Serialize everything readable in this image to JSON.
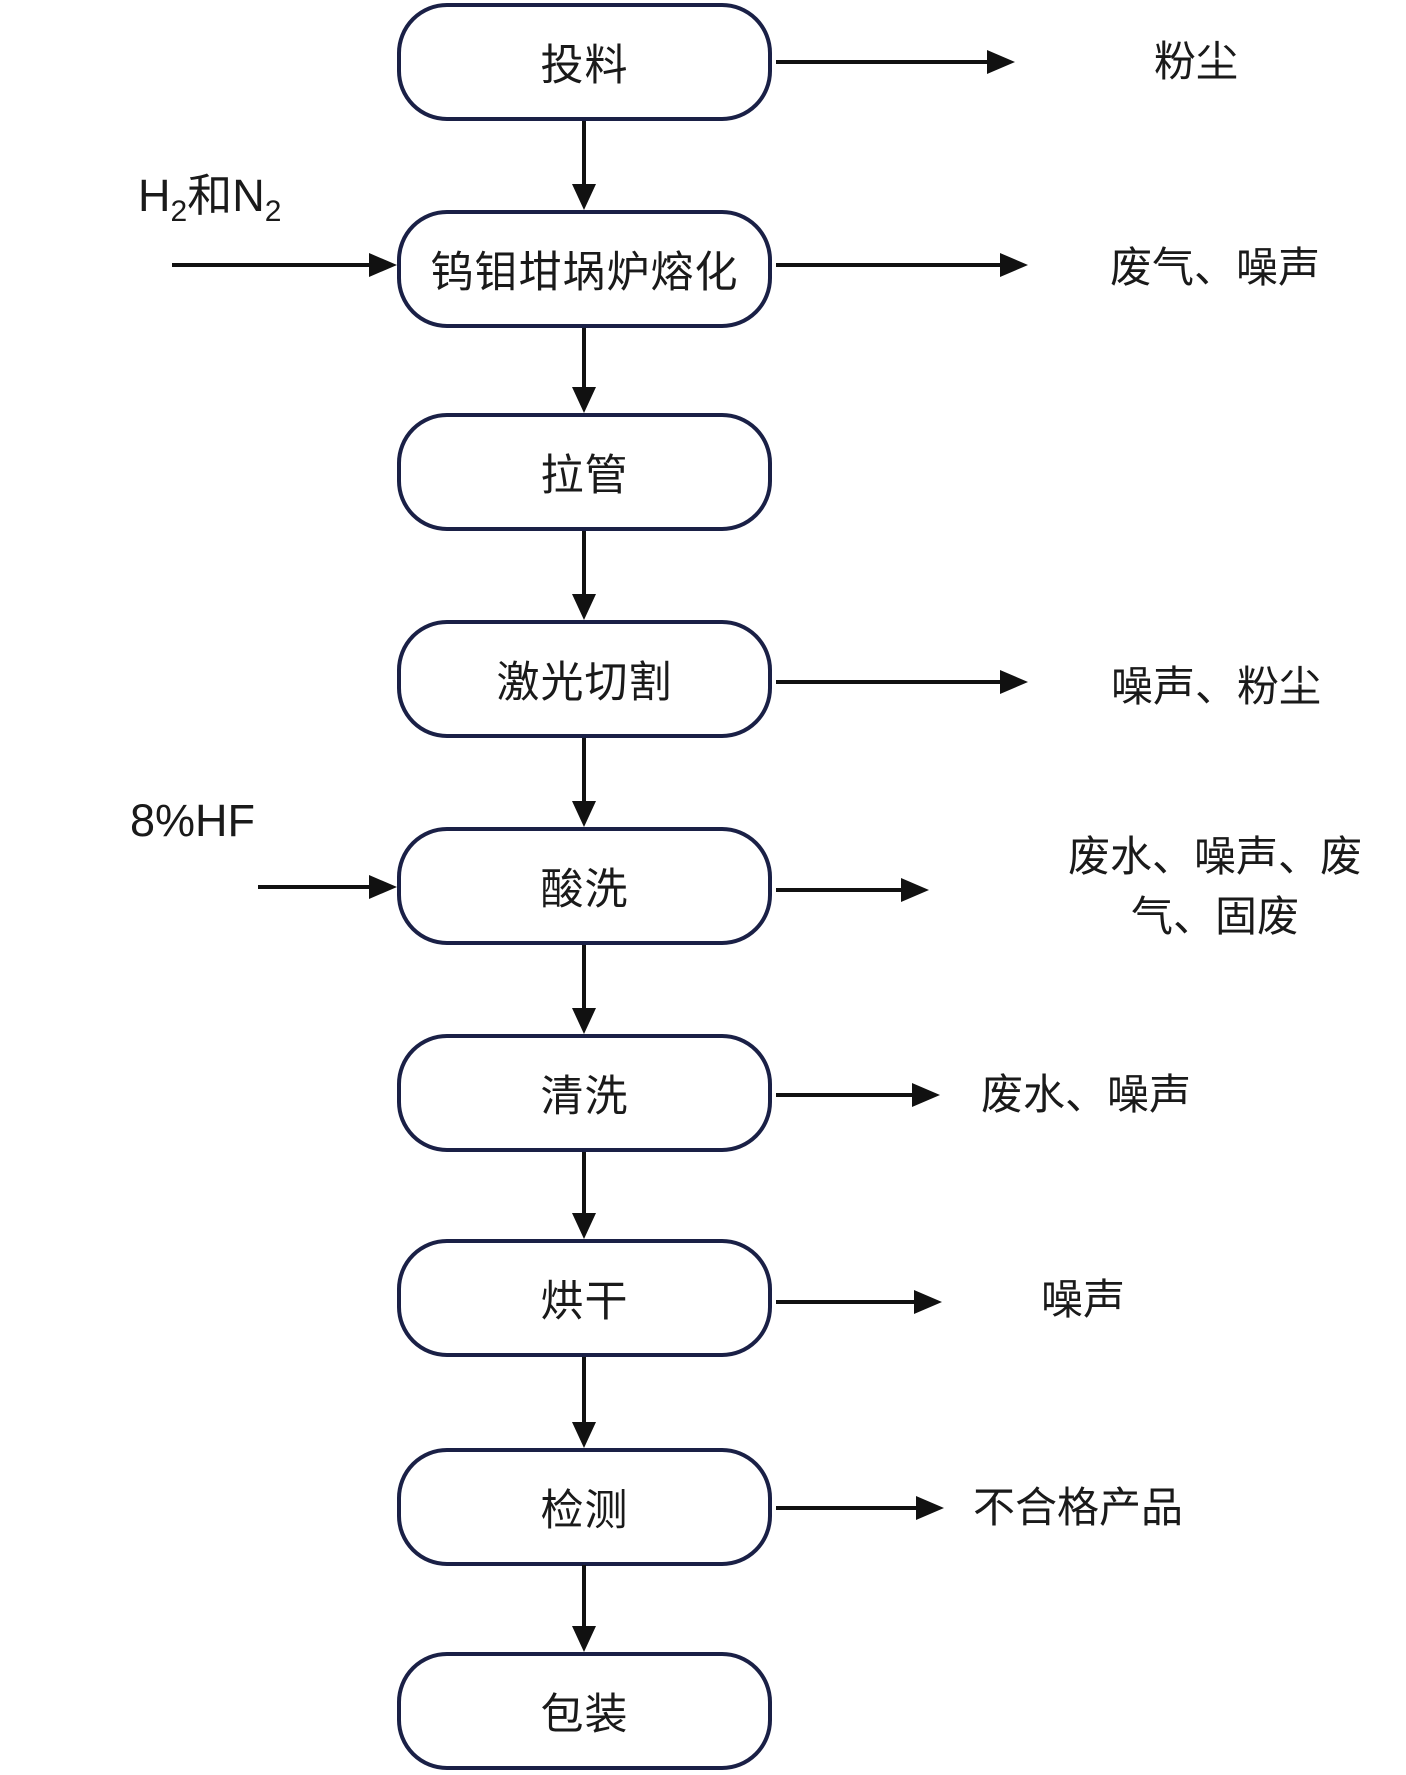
{
  "flow": {
    "steps": [
      {
        "label": "投料"
      },
      {
        "label": "钨钼坩埚炉熔化"
      },
      {
        "label": "拉管"
      },
      {
        "label": "激光切割"
      },
      {
        "label": "酸洗"
      },
      {
        "label": "清洗"
      },
      {
        "label": "烘干"
      },
      {
        "label": "检测"
      },
      {
        "label": "包装"
      }
    ],
    "outputs": [
      {
        "from": "投料",
        "label": "粉尘"
      },
      {
        "from": "钨钼坩埚炉熔化",
        "label": "废气、噪声"
      },
      {
        "from": "激光切割",
        "label": "噪声、粉尘"
      },
      {
        "from": "酸洗",
        "label": "废水、噪声、废气、固废"
      },
      {
        "from": "清洗",
        "label": "废水、噪声"
      },
      {
        "from": "烘干",
        "label": "噪声"
      },
      {
        "from": "检测",
        "label": "不合格产品"
      }
    ],
    "inputs": [
      {
        "to": "钨钼坩埚炉熔化",
        "p1": "H",
        "sub1": "2",
        "p2": "和N",
        "sub2": "2"
      },
      {
        "to": "酸洗",
        "label": "8%HF"
      }
    ],
    "colors": {
      "box_border": "#1a2046",
      "arrow": "#111111",
      "text": "#1a1a1a",
      "background": "#ffffff"
    }
  }
}
